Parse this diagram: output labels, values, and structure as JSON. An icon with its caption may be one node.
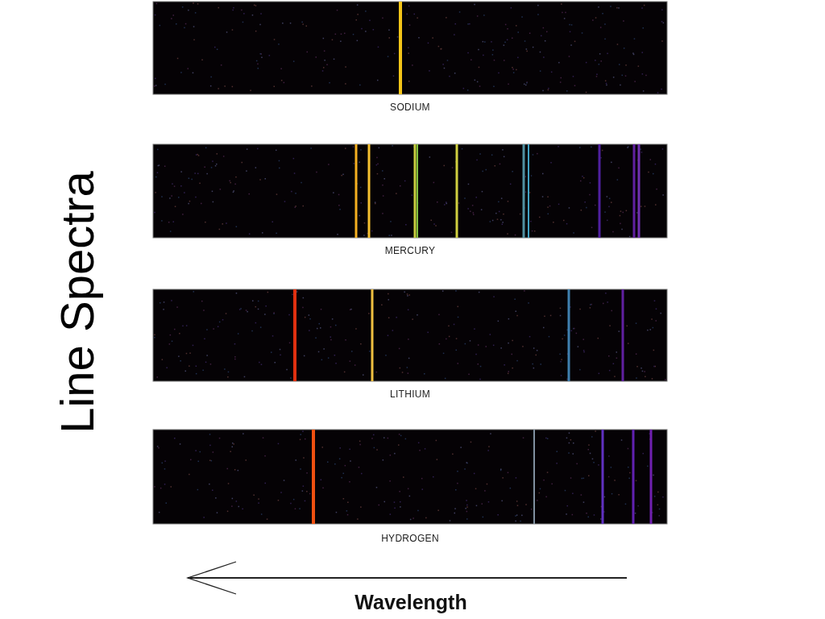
{
  "diagram": {
    "title": "Line Spectra",
    "labels": [
      "SODIUM",
      "MERCURY",
      "LITHIUM",
      "HYDROGEN",
      "Wavelength"
    ]
  }
}
